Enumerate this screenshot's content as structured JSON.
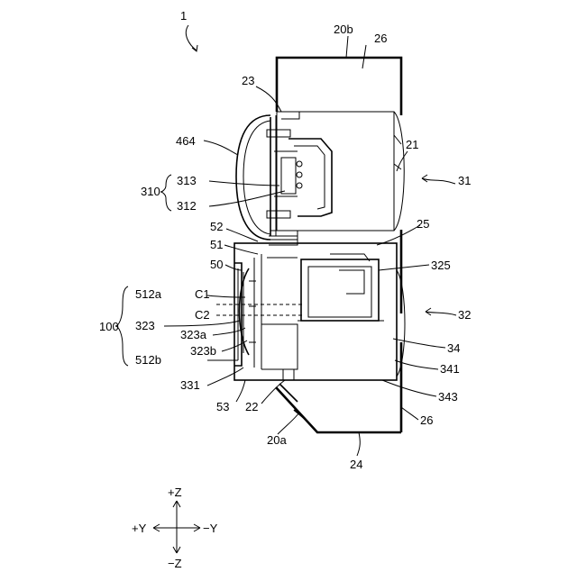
{
  "figure": {
    "number": "1",
    "labels": {
      "l20b": "20b",
      "l26_top": "26",
      "l23": "23",
      "l464": "464",
      "l21": "21",
      "l31": "31",
      "l310": "310",
      "l313": "313",
      "l312": "312",
      "l52": "52",
      "l25": "25",
      "l51": "51",
      "l50": "50",
      "l325": "325",
      "l100": "100",
      "l512a": "512a",
      "lC1": "C1",
      "lC2": "C2",
      "l32": "32",
      "l323": "323",
      "l323a": "323a",
      "l323b": "323b",
      "l34": "34",
      "l512b": "512b",
      "l341": "341",
      "l331": "331",
      "l343": "343",
      "l53": "53",
      "l22": "22",
      "l26_bottom": "26",
      "l20a": "20a",
      "l24": "24"
    },
    "axes": {
      "plus_z": "+Z",
      "minus_z": "−Z",
      "plus_y": "+Y",
      "minus_y": "−Y"
    }
  }
}
